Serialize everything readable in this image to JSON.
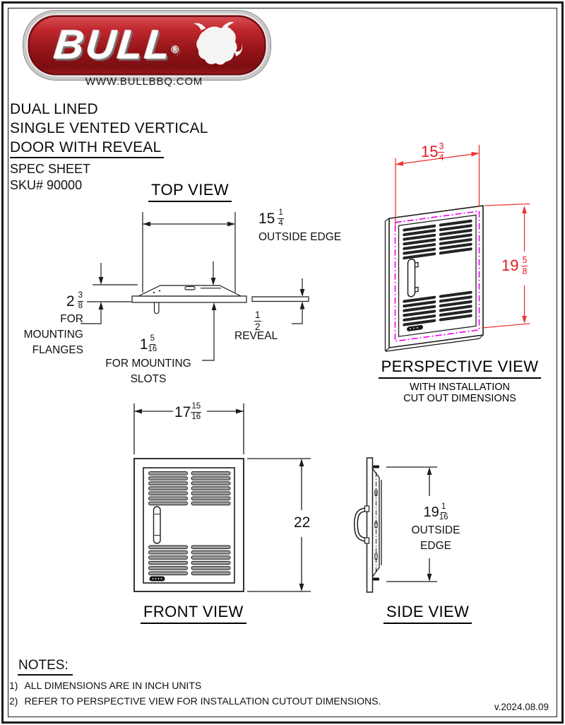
{
  "logo": {
    "brand": "BULL",
    "registered": "®",
    "website": "WWW.BULLBBQ.COM"
  },
  "title": {
    "line1": "DUAL LINED",
    "line2": "SINGLE VENTED VERTICAL",
    "line3": "DOOR WITH REVEAL",
    "line4": "SPEC SHEET",
    "sku": "SKU# 90000"
  },
  "views": {
    "top": {
      "heading": "TOP VIEW"
    },
    "perspective": {
      "heading": "PERSPECTIVE VIEW",
      "sub1": "WITH INSTALLATION",
      "sub2": "CUT OUT DIMENSIONS"
    },
    "front": {
      "heading": "FRONT VIEW"
    },
    "side": {
      "heading": "SIDE VIEW"
    }
  },
  "dims": {
    "top_width": {
      "whole": "15",
      "num": "1",
      "den": "4",
      "label": "OUTSIDE EDGE"
    },
    "flange": {
      "whole": "2",
      "num": "3",
      "den": "8",
      "label1": "FOR",
      "label2": "MOUNTING",
      "label3": "FLANGES"
    },
    "slots": {
      "whole": "1",
      "num": "5",
      "den": "16",
      "label1": "FOR MOUNTING",
      "label2": "SLOTS"
    },
    "reveal": {
      "num": "1",
      "den": "2",
      "label": "REVEAL"
    },
    "cutout_width": {
      "whole": "15",
      "num": "3",
      "den": "4"
    },
    "cutout_height": {
      "whole": "19",
      "num": "5",
      "den": "8"
    },
    "front_width": {
      "whole": "17",
      "num": "15",
      "den": "16"
    },
    "front_height": {
      "whole": "22"
    },
    "side_height": {
      "whole": "19",
      "num": "1",
      "den": "16",
      "label1": "OUTSIDE",
      "label2": "EDGE"
    }
  },
  "notes": {
    "heading": "NOTES:",
    "item1_num": "1)",
    "item1": "ALL DIMENSIONS ARE IN INCH UNITS",
    "item2_num": "2)",
    "item2": "REFER TO PERSPECTIVE VIEW FOR INSTALLATION CUTOUT DIMENSIONS.",
    "version": "v.2024.08.09"
  },
  "colors": {
    "dimension_red": "#e3191f",
    "cutout_magenta": "#ee00ee",
    "logo_red": "#a8161c"
  }
}
